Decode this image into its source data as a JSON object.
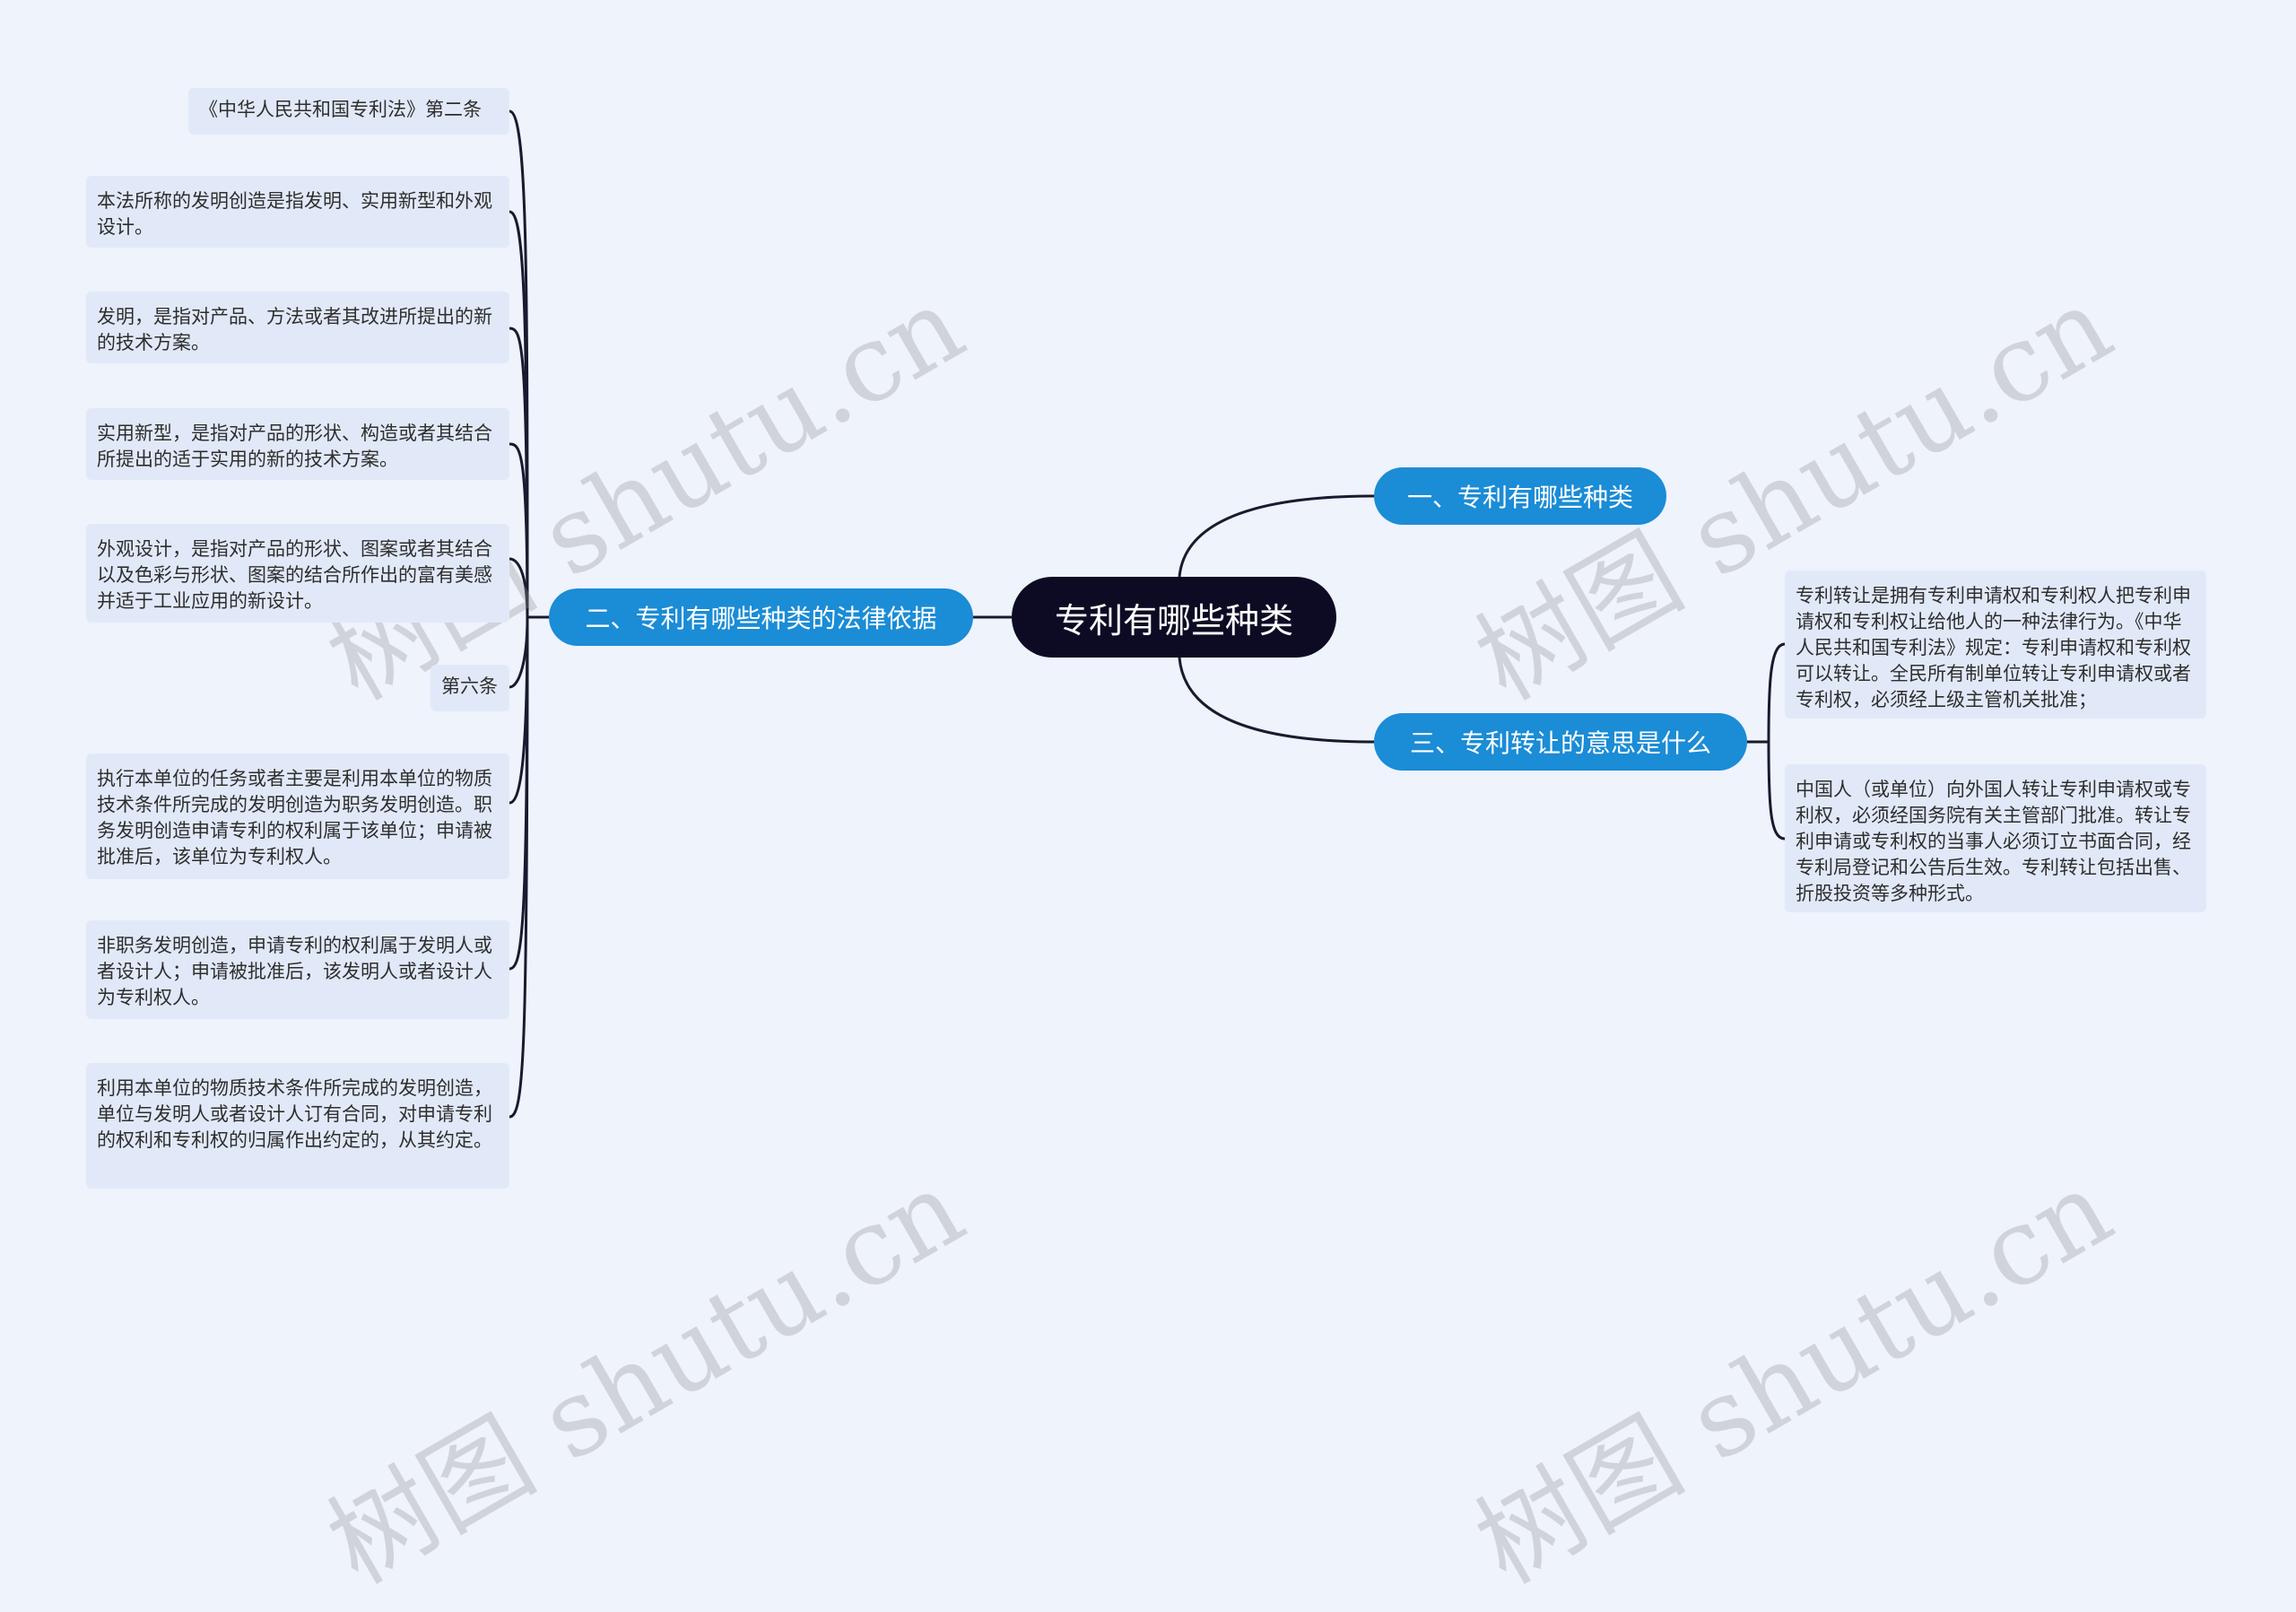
{
  "root": {
    "label": "专利有哪些种类"
  },
  "branches": [
    {
      "label": "一、专利有哪些种类"
    },
    {
      "label": "二、专利有哪些种类的法律依据"
    },
    {
      "label": "三、专利转让的意思是什么"
    }
  ],
  "left_leaves": [
    "《中华人民共和国专利法》第二条",
    "本法所称的发明创造是指发明、实用新型和外观设计。",
    "发明，是指对产品、方法或者其改进所提出的新的技术方案。",
    "实用新型，是指对产品的形状、构造或者其结合所提出的适于实用的新的技术方案。",
    "外观设计，是指对产品的形状、图案或者其结合以及色彩与形状、图案的结合所作出的富有美感并适于工业应用的新设计。",
    "第六条",
    "执行本单位的任务或者主要是利用本单位的物质技术条件所完成的发明创造为职务发明创造。职务发明创造申请专利的权利属于该单位；申请被批准后，该单位为专利权人。",
    "非职务发明创造，申请专利的权利属于发明人或者设计人；申请被批准后，该发明人或者设计人为专利权人。",
    "利用本单位的物质技术条件所完成的发明创造，单位与发明人或者设计人订有合同，对申请专利的权利和专利权的归属作出约定的，从其约定。"
  ],
  "right_leaves": [
    "专利转让是拥有专利申请权和专利权人把专利申请权和专利权让给他人的一种法律行为。《中华人民共和国专利法》规定：专利申请权和专利权可以转让。全民所有制单位转让专利申请权或者专利权，必须经上级主管机关批准；",
    "中国人（或单位）向外国人转让专利申请权或专利权，必须经国务院有关主管部门批准。转让专利申请或专利权的当事人必须订立书面合同，经专利局登记和公告后生效。专利转让包括出售、折股投资等多种形式。"
  ],
  "watermark": "树图 shutu.cn",
  "colors": {
    "background": "#eef3fc",
    "root": "#0d0b24",
    "branch": "#1b8cd6",
    "leaf": "#e1e9f9",
    "connector": "#1a1a2e"
  }
}
